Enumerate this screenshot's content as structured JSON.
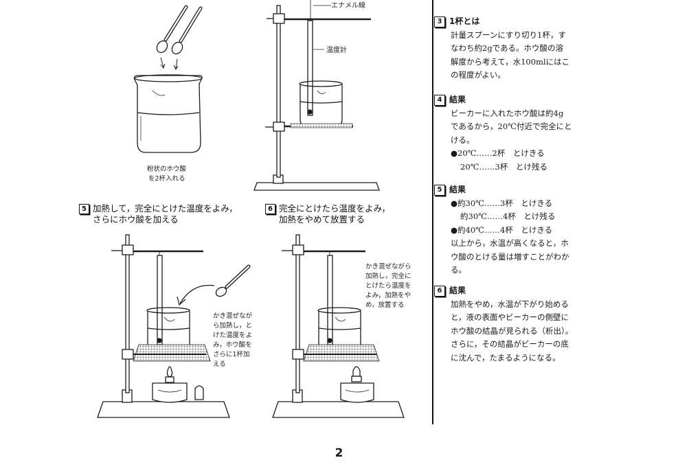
{
  "figures": {
    "fig_a_caption_1": "粉状のホウ酸",
    "fig_a_caption_2": "を2杯入れる",
    "label_enamel": "エナメル線",
    "label_thermo": "温度計",
    "caption_5_1": "かき混ぜなが",
    "caption_5_2": "ら加熱し，と",
    "caption_5_3": "けた温度をよ",
    "caption_5_4": "み，ホウ酸を",
    "caption_5_5": "さらに1杯加",
    "caption_5_6": "える",
    "caption_6_1": "かき混ぜながら",
    "caption_6_2": "加熱し，完全に",
    "caption_6_3": "とけたら温度を",
    "caption_6_4": "よみ，加熱をや",
    "caption_6_5": "め，放置する"
  },
  "steps": {
    "s5_num": "5",
    "s5_line1": "加熱して，完全にとけた温度をよみ，",
    "s5_line2": "さらにホウ酸を加える",
    "s6_num": "6",
    "s6_line1": "完全にとけたら温度をよみ，",
    "s6_line2": "加熱をやめて放置する"
  },
  "notes": {
    "n3_tag": "3",
    "n3_title": "1杯とは",
    "n3_l1": "計量スプーンにすり切り1杯，す",
    "n3_l2": "なわち約2gである。ホウ酸の溶",
    "n3_l3": "解度から考えて，水100mlにはこ",
    "n3_l4": "の程度がよい。",
    "n4_tag": "4",
    "n4_title": "結果",
    "n4_l1": "ビーカーに入れたホウ酸は約4g",
    "n4_l2": "であるから，20℃付近で完全にと",
    "n4_l3": "ける。",
    "n4_l4": "●20℃……2杯　とけきる",
    "n4_l5": "20℃……3杯　とけ残る",
    "n5_tag": "5",
    "n5_title": "結果",
    "n5_l1": "●約30℃……3杯　とけきる",
    "n5_l2": "約30℃……4杯　とけ残る",
    "n5_l3": "●約40℃……4杯　とけきる",
    "n5_l4": "以上から，水温が高くなると，ホ",
    "n5_l5": "ウ酸のとける量は増すことがわか",
    "n5_l6": "る。",
    "n6_tag": "6",
    "n6_title": "結果",
    "n6_l1": "加熱をやめ，水温が下がり始める",
    "n6_l2": "と，液の表面やビーカーの側壁に",
    "n6_l3": "ホウ酸の結晶が見られる（析出）。",
    "n6_l4": "さらに，その結晶がビーカーの底",
    "n6_l5": "に沈んで，たまるようになる。"
  },
  "page_number": "2"
}
